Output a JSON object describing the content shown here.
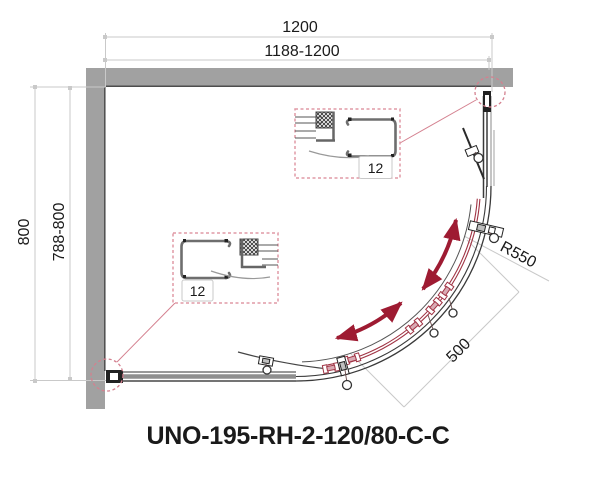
{
  "title": {
    "label": "UNO-195-RH-2-120/80-C-C",
    "color": "#56bcd9"
  },
  "dimensions": {
    "width_nominal": "1200",
    "width_range": "1188-1200",
    "depth_nominal": "800",
    "depth_range": "788-800",
    "radius": "R550",
    "entry_width": "500"
  },
  "details": {
    "top_profile_adjust": "12",
    "bottom_profile_adjust": "12"
  },
  "colors": {
    "wall_gray": "#a1a1a1",
    "dimension_line": "#c9c9c9",
    "annotation_pink": "#d4808f",
    "door_highlight": "#a03344",
    "motion_arrow": "#9e1b32",
    "title_cyan": "#56bcd9",
    "text": "#1a1a1a"
  }
}
